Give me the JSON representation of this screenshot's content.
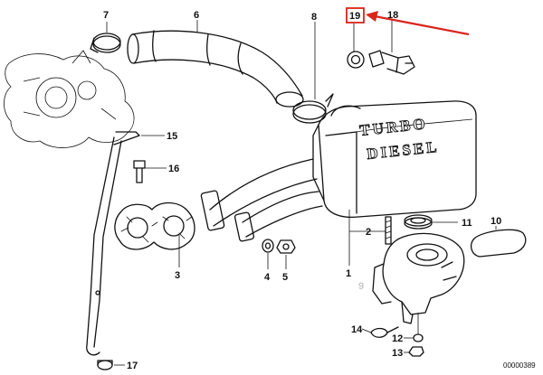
{
  "diagram": {
    "callouts": [
      "1",
      "2",
      "3",
      "4",
      "5",
      "6",
      "7",
      "8",
      "9",
      "10",
      "11",
      "12",
      "13",
      "14",
      "15",
      "16",
      "17",
      "18",
      "19"
    ],
    "highlighted_callout": "19",
    "highlight_color": "#d9241c",
    "emblem_line_1": "TURBO",
    "emblem_line_2": "DIESEL",
    "drawing_code": "00000389"
  }
}
